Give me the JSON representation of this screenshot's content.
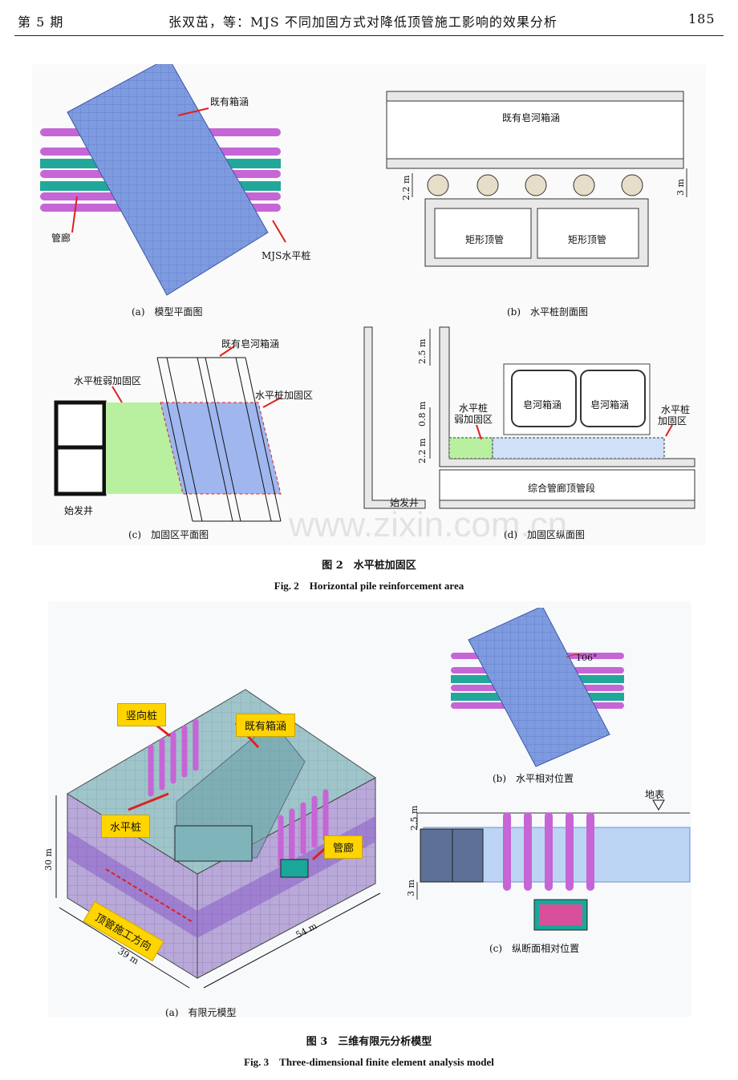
{
  "header": {
    "issue": "第 5 期",
    "title": "张双茁，等：MJS 不同加固方式对降低顶管施工影响的效果分析",
    "page_number": "185"
  },
  "fig2": {
    "a": {
      "caption": "(a)　模型平面图",
      "label_box": "既有箱涵",
      "label_gallery": "管廊",
      "label_pile": "MJS水平桩"
    },
    "b": {
      "caption": "(b)　水平桩剖面图",
      "label_culvert": "既有皂河箱涵",
      "label_pipe1": "矩形顶管",
      "label_pipe2": "矩形顶管",
      "dim_left": "2.2 m",
      "dim_right": "3 m"
    },
    "c": {
      "caption": "(c)　加固区平面图",
      "label_culvert": "既有皂河箱涵",
      "label_weak": "水平桩弱加固区",
      "label_strong": "水平桩加固区",
      "label_shaft": "始发井"
    },
    "d": {
      "caption": "(d)　加固区纵面图",
      "label_culvert1": "皂河箱涵",
      "label_culvert2": "皂河箱涵",
      "label_weak_1": "水平桩",
      "label_weak_2": "弱加固区",
      "label_strong_1": "水平桩",
      "label_strong_2": "加固区",
      "label_pipe": "综合管廊顶管段",
      "label_shaft": "始发井",
      "dim_1": "2.5 m",
      "dim_2": "0.8 m",
      "dim_3": "2.2 m"
    },
    "caption_cn": "图 2　水平桩加固区",
    "caption_en": "Fig. 2　Horizontal pile reinforcement area"
  },
  "fig3": {
    "a": {
      "caption": "(a)　有限元模型",
      "tag_vertical": "竖向桩",
      "tag_box": "既有箱涵",
      "tag_horizontal": "水平桩",
      "tag_gallery": "管廊",
      "tag_direction": "顶管施工方向",
      "dim_height": "30 m",
      "dim_width": "39 m",
      "dim_length": "54 m"
    },
    "b": {
      "caption": "(b)　水平相对位置",
      "angle": "106°"
    },
    "c": {
      "caption": "(c)　纵断面相对位置",
      "label_surface": "地表",
      "dim_top": "2.5 m",
      "dim_bottom": "3 m"
    },
    "caption_cn": "图 3　三维有限元分析模型",
    "caption_en": "Fig. 3　Three-dimensional finite element analysis model"
  },
  "watermark": "www.zixin.com.cn",
  "colors": {
    "mesh_blue": "#6f8fd6",
    "pipe_magenta": "#c060d0",
    "teal": "#22a89a",
    "weak_green": "#b8f0a0",
    "strong_blue": "#9fb6ee",
    "tag_yellow": "#ffd400",
    "arrow_red": "#e02020"
  }
}
